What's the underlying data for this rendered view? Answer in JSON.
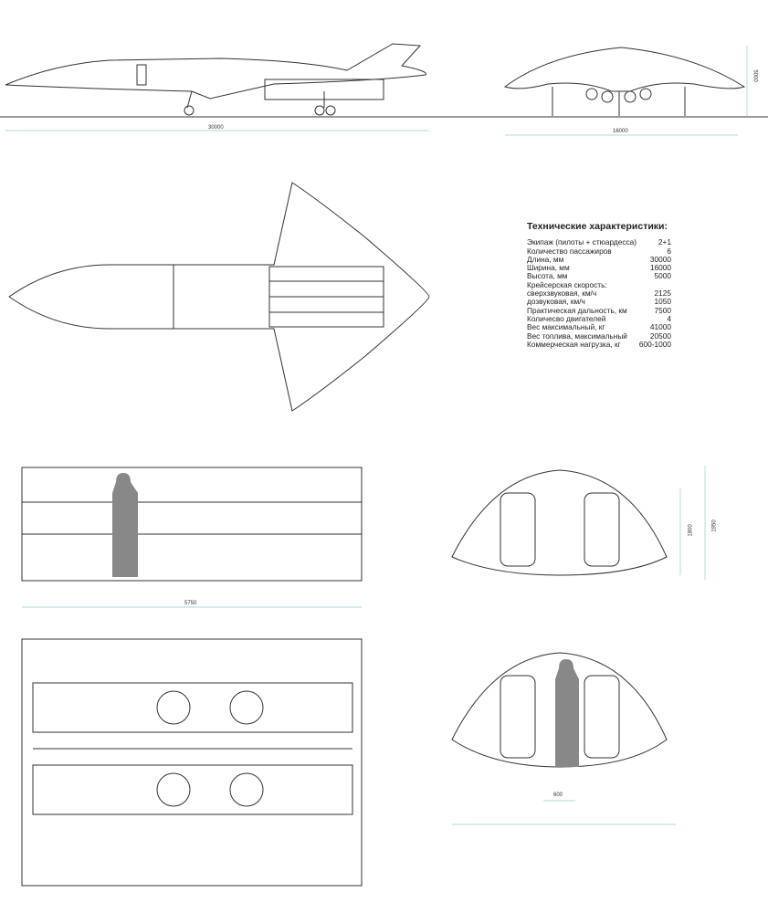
{
  "dimensions": {
    "length_side": "30000",
    "width_front": "16000",
    "height_front": "5000",
    "cabin_length": "5750",
    "cabin_height_inner": "1800",
    "cabin_height_outer": "1950",
    "aisle_width": "600"
  },
  "specs": {
    "title": "Технические характеристики:",
    "rows": [
      {
        "label": "Экипаж (пилоты + стюардесса)",
        "value": "2+1"
      },
      {
        "label": "Количество пассажиров",
        "value": "6"
      },
      {
        "label": "Длина, мм",
        "value": "30000"
      },
      {
        "label": "Ширина, мм",
        "value": "16000"
      },
      {
        "label": "Высота, мм",
        "value": "5000"
      },
      {
        "label": "Крейсерская скорость:",
        "value": ""
      },
      {
        "label": "сверхзвуковая, км/ч",
        "value": "2125"
      },
      {
        "label": "дозвуковая, км/ч",
        "value": "1050"
      },
      {
        "label": "Практическая дальность, км",
        "value": "7500"
      },
      {
        "label": "Количесво двигателей",
        "value": "4"
      },
      {
        "label": "Вес максимальный, кг",
        "value": "41000"
      },
      {
        "label": "Вес топлива, максимальный",
        "value": "20500"
      },
      {
        "label": "Коммерческая нагрузка, кг",
        "value": "600-1000"
      }
    ]
  }
}
